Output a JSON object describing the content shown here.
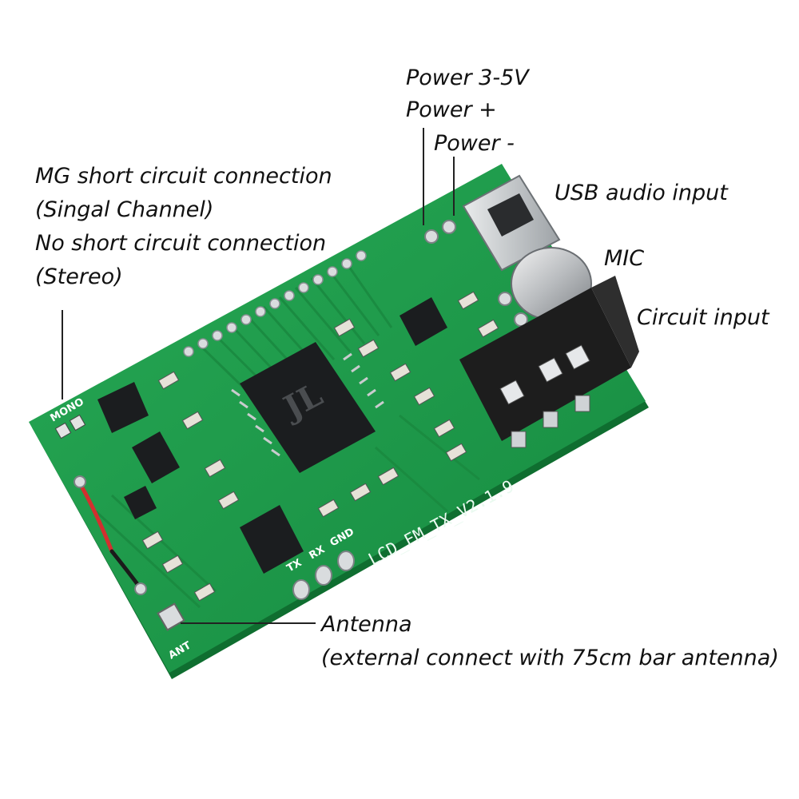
{
  "labels": {
    "power_range": "Power 3-5V",
    "power_plus": "Power +",
    "power_minus": "Power -",
    "usb_audio": "USB audio input",
    "mic": "MIC",
    "circuit_input": "Circuit input",
    "mono_line1": "MG short circuit connection",
    "mono_line2": "(Singal Channel)",
    "mono_line3": "No short circuit connection",
    "mono_line4": "(Stereo)",
    "antenna_line1": "Antenna",
    "antenna_line2": "(external connect with 75cm bar antenna)"
  },
  "board": {
    "silkscreen_model": "LCD_FM_TX_V2.1.9",
    "pad_tx": "TX",
    "pad_rx": "RX",
    "pad_gnd": "GND",
    "pad_ant": "ANT",
    "jumper_mono": "MONO",
    "chip_logo": "JL"
  },
  "colors": {
    "pcb": "#1f9b4a",
    "pcb_dark": "#137a37",
    "leader_line": "#222222",
    "jack": "#1d1d1d",
    "pad": "#cfd3d6"
  }
}
